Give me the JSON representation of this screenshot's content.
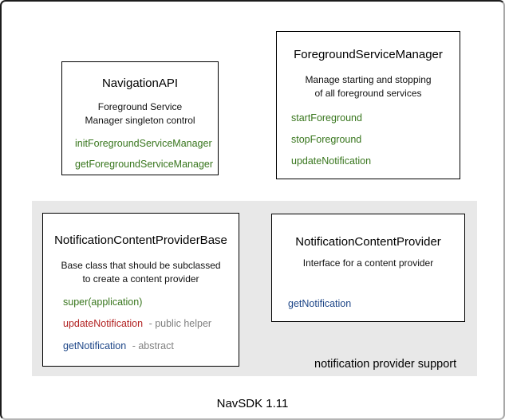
{
  "colors": {
    "method_green": "#38761d",
    "method_red": "#b22222",
    "method_blue": "#1c4587",
    "suffix_gray": "#808080",
    "panel_gray": "#e8e8e8",
    "box_border": "#000000"
  },
  "boxes": {
    "navigation_api": {
      "title": "NavigationAPI",
      "description_line1": "Foreground Service",
      "description_line2": "Manager singleton control",
      "methods": [
        {
          "name": "initForegroundServiceManager"
        },
        {
          "name": "getForegroundServiceManager"
        }
      ]
    },
    "foreground_service_manager": {
      "title": "ForegroundServiceManager",
      "description_line1": "Manage starting and stopping",
      "description_line2": "of all foreground services",
      "methods": [
        {
          "name": "startForeground"
        },
        {
          "name": "stopForeground"
        },
        {
          "name": "updateNotification"
        }
      ]
    },
    "notification_content_provider_base": {
      "title": "NotificationContentProviderBase",
      "description_line1": "Base class that should be subclassed",
      "description_line2": "to create a content provider",
      "methods": [
        {
          "name": "super(application)",
          "suffix": ""
        },
        {
          "name": "updateNotification",
          "suffix": "- public helper"
        },
        {
          "name": "getNotification",
          "suffix": "- abstract"
        }
      ]
    },
    "notification_content_provider": {
      "title": "NotificationContentProvider",
      "description_line1": "Interface for a content provider",
      "methods": [
        {
          "name": "getNotification"
        }
      ]
    }
  },
  "panel": {
    "label": "notification provider support"
  },
  "footer": {
    "label": "NavSDK 1.11"
  }
}
